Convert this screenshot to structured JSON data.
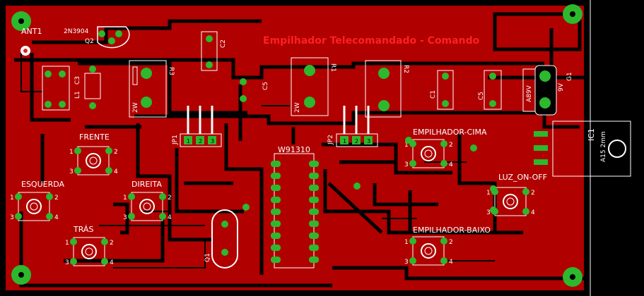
{
  "board": {
    "title": "Empilhador Telecomandado - Comando",
    "colors": {
      "background": "#000000",
      "copper": "#b00000",
      "pad": "#2db82d",
      "silk": "#ffffff",
      "title": "#ff2020"
    }
  },
  "labels": {
    "ant1": "ANT1",
    "q2_part": "2N3904",
    "q2": "Q2",
    "c2": "C2",
    "r3": "R3",
    "r3_value": "2W",
    "c3": "C3",
    "l1": "L1",
    "c5a": "C5",
    "r1": "R1",
    "r1_value": "2W",
    "r2": "R2",
    "c1": "C1",
    "c5b": "C5",
    "battery": "A89V",
    "g1": "G1",
    "voltage": "9V",
    "ic1": "IC1",
    "ic1_part": "A15 2mm",
    "jp1": "JP1",
    "jp2": "JP2",
    "ic_main": "W91310",
    "q1": "Q1",
    "frente": "FRENTE",
    "esquerda": "ESQUERDA",
    "direita": "DIREITA",
    "tras": "TRÁS",
    "empilhador_cima": "EMPILHADOR-CIMA",
    "empilhador_baixo": "EMPILHADOR-BAIXO",
    "luz": "LUZ_ON-OFF",
    "pin1": "1",
    "pin2": "2",
    "pin3": "3",
    "pin4": "4"
  }
}
